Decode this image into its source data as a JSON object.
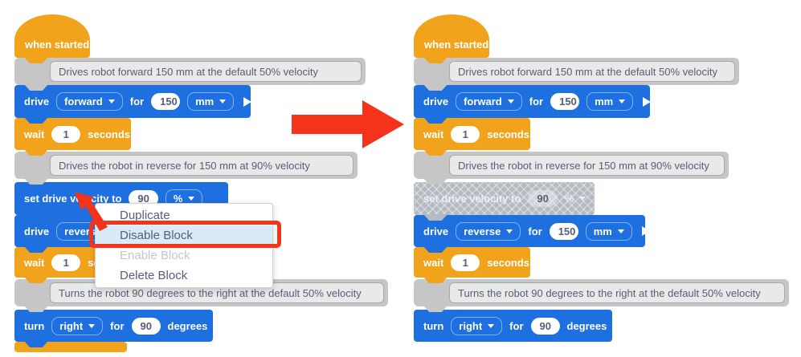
{
  "colors": {
    "block_blue": "#1E6FE0",
    "block_orange": "#F2A31C",
    "comment_gray": "#C6C6C6",
    "comment_inner_bg": "#E9E9E9",
    "comment_text": "#575E75",
    "disabled_block_gray": "#B5B9C0",
    "menu_highlight_blue": "#D9EAF9",
    "annotation_red": "#F5331B"
  },
  "hat": {
    "label": "when started"
  },
  "comments": {
    "c1": "Drives robot forward 150 mm at the default 50% velocity",
    "c2": "Drives the robot in reverse for 150 mm at 90% velocity",
    "c3": "Turns the robot 90 degrees to the right at the default 50% velocity"
  },
  "blocks": {
    "drive_forward": {
      "verb": "drive",
      "direction": "forward",
      "preposition": "for",
      "value": "150",
      "unit": "mm"
    },
    "wait": {
      "verb": "wait",
      "value": "1",
      "unit": "seconds"
    },
    "set_velocity": {
      "label": "set drive velocity to",
      "value": "90",
      "unit": "%"
    },
    "drive_reverse": {
      "verb": "drive",
      "direction": "reverse",
      "preposition": "for",
      "value": "150",
      "unit": "mm"
    },
    "turn": {
      "verb": "turn",
      "direction": "right",
      "preposition": "for",
      "value": "90",
      "unit": "degrees"
    }
  },
  "context_menu": {
    "items": [
      {
        "label": "Duplicate"
      },
      {
        "label": "Disable Block"
      },
      {
        "label": "Enable Block"
      },
      {
        "label": "Delete Block"
      }
    ]
  }
}
